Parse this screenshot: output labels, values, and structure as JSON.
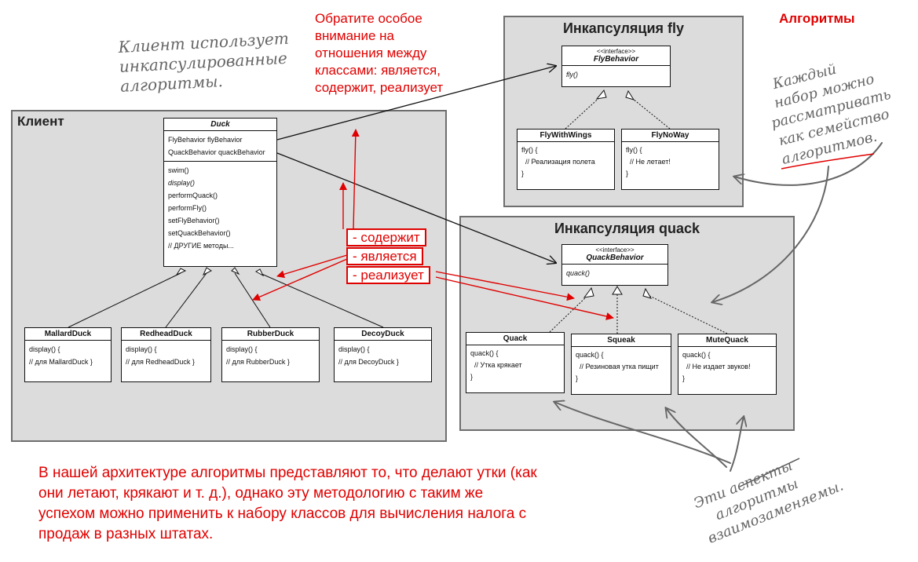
{
  "header": {
    "algorithms_label": "Алгоритмы"
  },
  "notes": {
    "client_uses": [
      "Клиент использует",
      "инкапсулированные",
      "алгоритмы."
    ],
    "attention": [
      "Обратите особое",
      "внимание на",
      "отношения между",
      "классами: является,",
      "содержит, реализует"
    ],
    "family": [
      "Каждый",
      "набор можно",
      "рассматривать",
      "как семейство",
      "алгоритмов."
    ],
    "interchangeable": [
      "Эти аспекты",
      "алгоритмы",
      "взаимозаменяемы."
    ],
    "bottom_text": [
      "В нашей архитектуре алгоритмы представляют то, что делают утки (как",
      "они летают, крякают и т. д.), однако эту методологию с таким же",
      "успехом можно применить к набору классов для вычисления налога с",
      "продаж в разных штатах."
    ]
  },
  "relations": {
    "has_a": "- содержит",
    "is_a": "- является",
    "implements": "- реализует"
  },
  "client": {
    "title": "Клиент",
    "duck": {
      "name": "Duck",
      "fields": [
        "FlyBehavior flyBehavior",
        "QuackBehavior quackBehavior"
      ],
      "methods": [
        "swim()",
        "display()",
        "performQuack()",
        "performFly()",
        "setFlyBehavior()",
        "setQuackBehavior()",
        "// ДРУГИЕ методы..."
      ]
    },
    "subclasses": [
      {
        "name": "MallardDuck",
        "body": [
          "display() {",
          "// для MallardDuck }"
        ]
      },
      {
        "name": "RedheadDuck",
        "body": [
          "display() {",
          "// для RedheadDuck }"
        ]
      },
      {
        "name": "RubberDuck",
        "body": [
          "display() {",
          "// для RubberDuck }"
        ]
      },
      {
        "name": "DecoyDuck",
        "body": [
          "display() {",
          "// для  DecoyDuck }"
        ]
      }
    ]
  },
  "fly": {
    "title": "Инкапсуляция fly",
    "interface": {
      "stereotype": "<<interface>>",
      "name": "FlyBehavior",
      "method": "fly()"
    },
    "impls": [
      {
        "name": "FlyWithWings",
        "body": [
          "fly() {",
          "  // Реализация полета",
          "}"
        ]
      },
      {
        "name": "FlyNoWay",
        "body": [
          "fly() {",
          "  // Не летает!",
          "}"
        ]
      }
    ]
  },
  "quack": {
    "title": "Инкапсуляция quack",
    "interface": {
      "stereotype": "<<interface>>",
      "name": "QuackBehavior",
      "method": "quack()"
    },
    "impls": [
      {
        "name": "Quack",
        "body": [
          "quack() {",
          "  // Утка крякает",
          "}"
        ]
      },
      {
        "name": "Squeak",
        "body": [
          "quack() {",
          "  // Резиновая утка пищит",
          "}"
        ]
      },
      {
        "name": "MuteQuack",
        "body": [
          "quack() {",
          "  // Не издает звуков!",
          "}"
        ]
      }
    ]
  },
  "colors": {
    "red": "#e00000",
    "panel": "#dcdcdc",
    "border": "#6e6e6e",
    "hand": "#666666"
  }
}
